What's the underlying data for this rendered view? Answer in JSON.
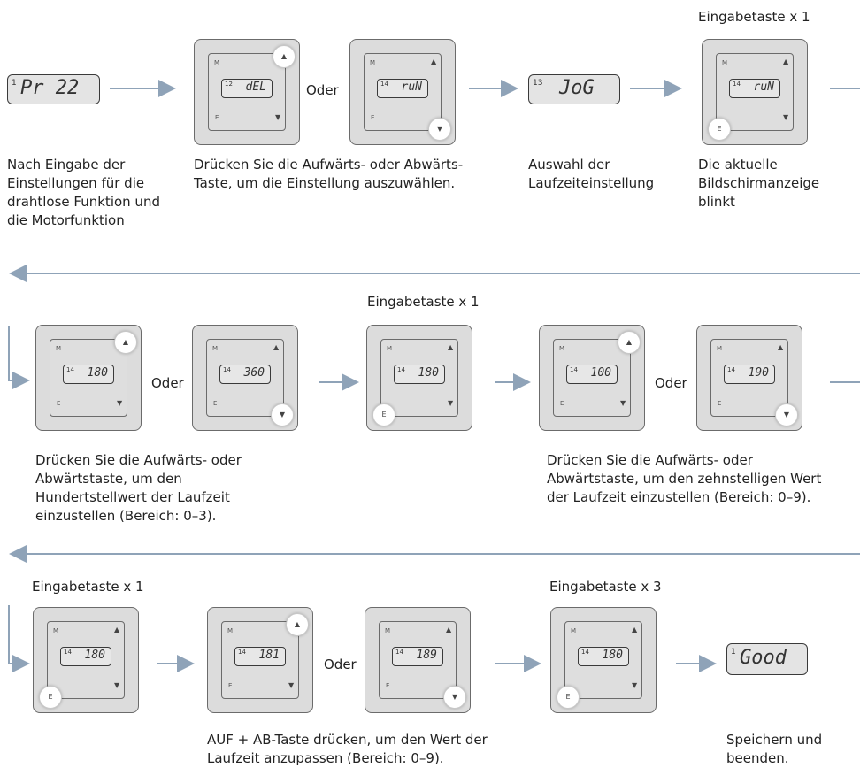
{
  "connector": "Oder",
  "colors": {
    "arrow": "#8fa3b8",
    "panel": "#dcdcdc",
    "lcd": "#e4e4e4"
  },
  "row1": {
    "display_pr": {
      "sup": "1",
      "value": "Pr 22"
    },
    "dev_del": {
      "sup": "12",
      "value": "dEL",
      "m": "M",
      "e": "E",
      "up": "▲",
      "down": "▼"
    },
    "dev_run_a": {
      "sup": "14",
      "value": "ruN",
      "m": "M",
      "e": "E",
      "up": "▲",
      "down": "▼"
    },
    "display_jog": {
      "sup": "13",
      "value": "JoG"
    },
    "dev_run_b": {
      "sup": "14",
      "value": "ruN",
      "m": "M",
      "e": "E",
      "up": "▲",
      "down": "▼"
    },
    "label_enter": "Eingabetaste x 1",
    "text1": "Nach Eingabe der Einstellungen für die drahtlose Funktion und die Motorfunktion",
    "text2": "Drücken Sie die Aufwärts- oder Abwärts-Taste, um die Einstellung auszuwählen.",
    "text3": "Auswahl der Laufzeiteinstellung",
    "text4": "Die aktuelle Bildschirmanzeige blinkt"
  },
  "row2": {
    "dev_a": {
      "sup": "14",
      "value": "180",
      "m": "M",
      "e": "E",
      "up": "▲",
      "down": "▼"
    },
    "dev_b": {
      "sup": "14",
      "value": "360",
      "m": "M",
      "e": "E",
      "up": "▲",
      "down": "▼"
    },
    "dev_c": {
      "sup": "14",
      "value": "180",
      "m": "M",
      "e": "E",
      "up": "▲",
      "down": "▼"
    },
    "dev_d": {
      "sup": "14",
      "value": "100",
      "m": "M",
      "e": "E",
      "up": "▲",
      "down": "▼"
    },
    "dev_e": {
      "sup": "14",
      "value": "190",
      "m": "M",
      "e": "E",
      "up": "▲",
      "down": "▼"
    },
    "label_enter": "Eingabetaste x 1",
    "text1": "Drücken Sie die Aufwärts- oder Abwärtstaste, um den Hundertstellwert der Laufzeit einzustellen (Bereich: 0–3).",
    "text2": "Drücken Sie die Aufwärts- oder Abwärtstaste, um den zehnstelligen Wert der Laufzeit einzustellen (Bereich: 0–9)."
  },
  "row3": {
    "dev_a": {
      "sup": "14",
      "value": "180",
      "m": "M",
      "e": "E",
      "up": "▲",
      "down": "▼"
    },
    "dev_b": {
      "sup": "14",
      "value": "181",
      "m": "M",
      "e": "E",
      "up": "▲",
      "down": "▼"
    },
    "dev_c": {
      "sup": "14",
      "value": "189",
      "m": "M",
      "e": "E",
      "up": "▲",
      "down": "▼"
    },
    "dev_d": {
      "sup": "14",
      "value": "180",
      "m": "M",
      "e": "E",
      "up": "▲",
      "down": "▼"
    },
    "display_good": {
      "sup": "1",
      "value": "Good"
    },
    "label_enter1": "Eingabetaste x 1",
    "label_enter3": "Eingabetaste x 3",
    "text1": "AUF + AB-Taste drücken, um den Wert der Laufzeit anzupassen (Bereich: 0–9).",
    "text2": "Speichern und beenden."
  }
}
